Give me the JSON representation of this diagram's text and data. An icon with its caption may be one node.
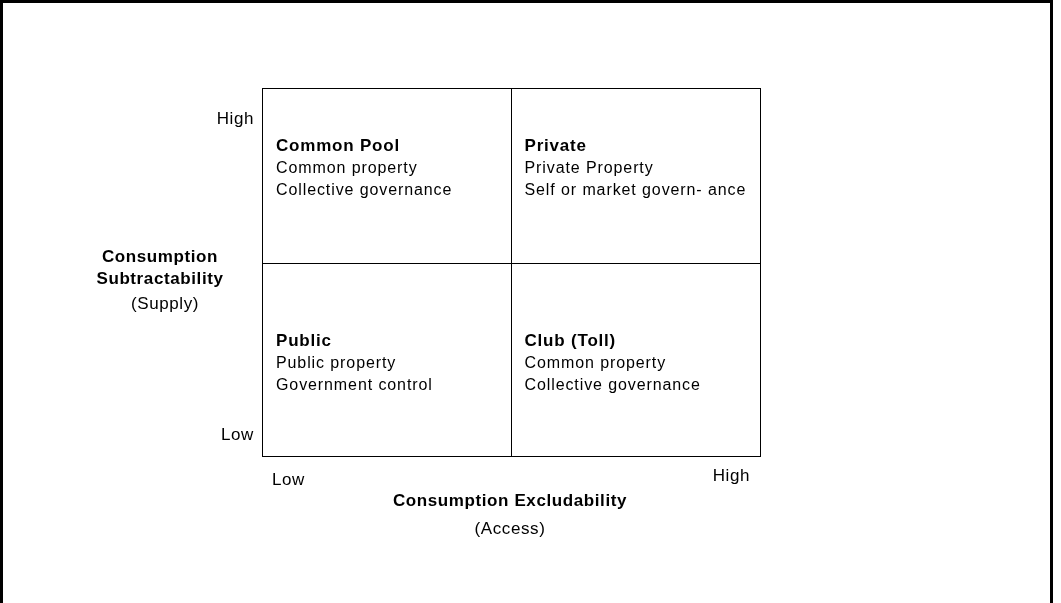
{
  "diagram": {
    "nodes": [
      {
        "text": [
          "Common Pool",
          "Common property",
          "Collective governance"
        ]
      },
      {
        "text": [
          "Private",
          "Private Property",
          "Self or market govern- ance"
        ]
      },
      {
        "text": [
          "Public",
          "Public property",
          "Government control"
        ]
      },
      {
        "text": [
          "Club (Toll)",
          "Common property",
          "Collective governance"
        ]
      }
    ],
    "labels": [
      "High",
      "Consumption Subtractability",
      "(Supply)",
      "Low",
      "Low",
      "High",
      "Consumption Excludability",
      "(Access)"
    ]
  }
}
